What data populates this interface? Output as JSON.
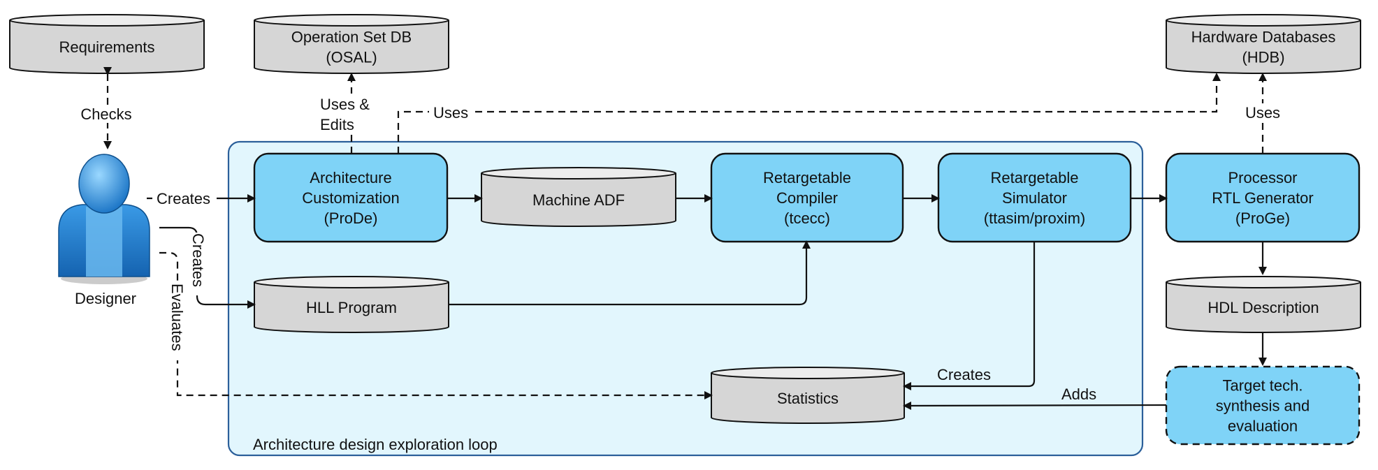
{
  "loop": {
    "label": "Architecture design exploration loop"
  },
  "actor": {
    "label": "Designer"
  },
  "databases": {
    "requirements": [
      "Requirements"
    ],
    "osal": [
      "Operation Set DB",
      "(OSAL)"
    ],
    "hdb": [
      "Hardware Databases",
      "(HDB)"
    ],
    "adf": [
      "Machine ADF"
    ],
    "hll": [
      "HLL Program"
    ],
    "statistics": [
      "Statistics"
    ],
    "hdl": [
      "HDL Description"
    ]
  },
  "processes": {
    "prode": [
      "Architecture",
      "Customization",
      "(ProDe)"
    ],
    "tcecc": [
      "Retargetable",
      "Compiler",
      "(tcecc)"
    ],
    "ttasim": [
      "Retargetable",
      "Simulator",
      "(ttasim/proxim)"
    ],
    "proge": [
      "Processor",
      "RTL Generator",
      "(ProGe)"
    ],
    "synthesis": [
      "Target tech.",
      "synthesis and",
      "evaluation"
    ]
  },
  "edges": {
    "checks": "Checks",
    "uses_edits": [
      "Uses &",
      "Edits"
    ],
    "uses_top": "Uses",
    "uses_hdb": "Uses",
    "creates_arch": "Creates",
    "creates_hll": "Creates",
    "evaluates": "Evaluates",
    "creates_stats": "Creates",
    "adds": "Adds"
  },
  "colors": {
    "process_fill": "#7fd3f7",
    "database_fill": "#d6d6d6",
    "loop_fill": "#e2f6fd",
    "loop_border": "#2b5f9a",
    "actor_blue": "#2f86d6"
  }
}
